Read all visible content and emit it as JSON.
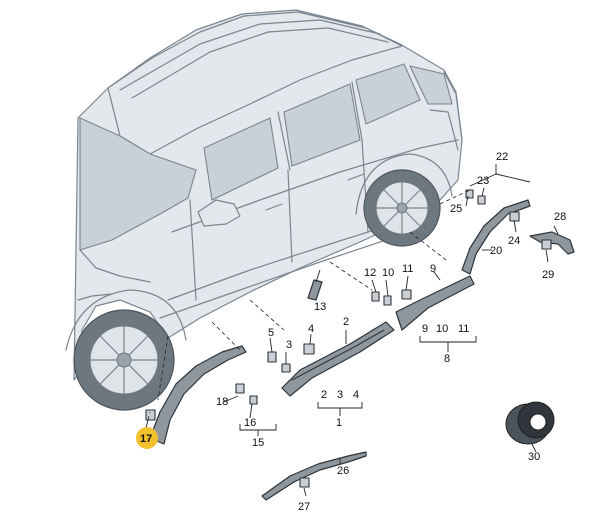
{
  "callouts": {
    "c1": "1",
    "c2": "2",
    "c3": "3",
    "c4": "4",
    "c5": "5",
    "c8": "8",
    "c9": "9",
    "c10": "10",
    "c11": "11",
    "c12": "12",
    "c13": "13",
    "c15": "15",
    "c16": "16",
    "c17": "17",
    "c18": "18",
    "c20": "20",
    "c22": "22",
    "c23": "23",
    "c24": "24",
    "c25": "25",
    "c26": "26",
    "c27": "27",
    "c28": "28",
    "c29": "29",
    "c30": "30"
  },
  "groups": {
    "g1": [
      "2",
      "3",
      "4"
    ],
    "g8": [
      "9",
      "10",
      "11"
    ]
  },
  "colors": {
    "highlight": "#f2c12e",
    "part": "#8e969e",
    "vehicle_line": "#7a8590"
  }
}
